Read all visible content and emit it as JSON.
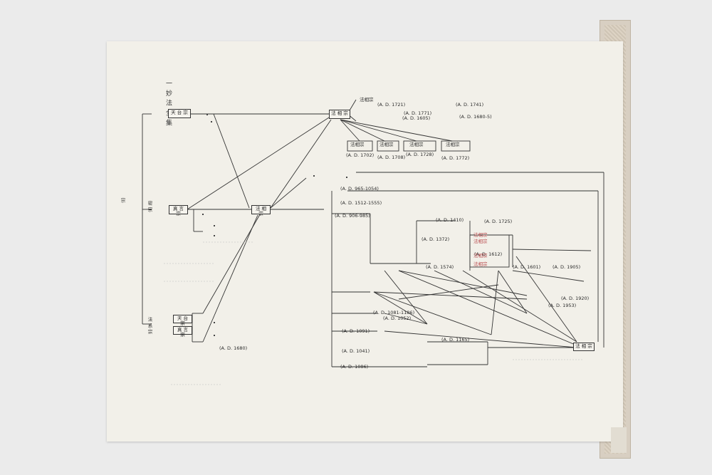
{
  "doc_title": "一 妙 法 全 集",
  "nodes": {
    "left_root": "宗",
    "left_mid": "密 宗",
    "left_low": "法 系 宗",
    "box_a": "天 台 宗",
    "box_b": "真 言 宗",
    "box_c": "天 台 宗",
    "box_d": "真 言 宗",
    "box_hub": "法 相 宗",
    "box_top": "法 相 宗",
    "box_end": "法 相 宗"
  },
  "top_lines": [
    "法相宗",
    "(A. D. 1721)",
    "(A. D. 1741)",
    "(A. D. 1771)",
    "(A. D. 1605)",
    "(A. D. 1680-5)"
  ],
  "sub_boxes": [
    {
      "name": "法相宗",
      "date": "(A. D. 1702)"
    },
    {
      "name": "法相宗",
      "date": "(A. D. 1708)"
    },
    {
      "name": "法相宗",
      "date": "(A. D. 1728)"
    },
    {
      "name": "法相宗",
      "date": "(A. D. 1772)"
    }
  ],
  "mid_dates": [
    "(A. D. 965-1054)",
    "(A. D. 1512-1555)",
    "(A. D. 906-985)",
    "(A. D. 1410)",
    "(A. D. 1725)",
    "(A. D. 1612)",
    "(A. D. 1372)",
    "(A. D. 1574)",
    "(A. D. 1601)",
    "(A. D. 1905)",
    "(A. D. 1920)",
    "(A. D. 1953)",
    "(A. D. 1081-1186)",
    "(A. D. 1052)",
    "(A. D. 1091)",
    "(A. D. 1165)",
    "(A. D. 1041)",
    "(A. D. 1086)",
    "(A. D. 1680)"
  ],
  "red_labels": [
    "法相宗",
    "法相宗",
    "法相宗",
    "法相宗"
  ],
  "colors": {
    "ink": "#2b2b2b",
    "red": "#b8484b",
    "paper": "#f2f0e9"
  }
}
